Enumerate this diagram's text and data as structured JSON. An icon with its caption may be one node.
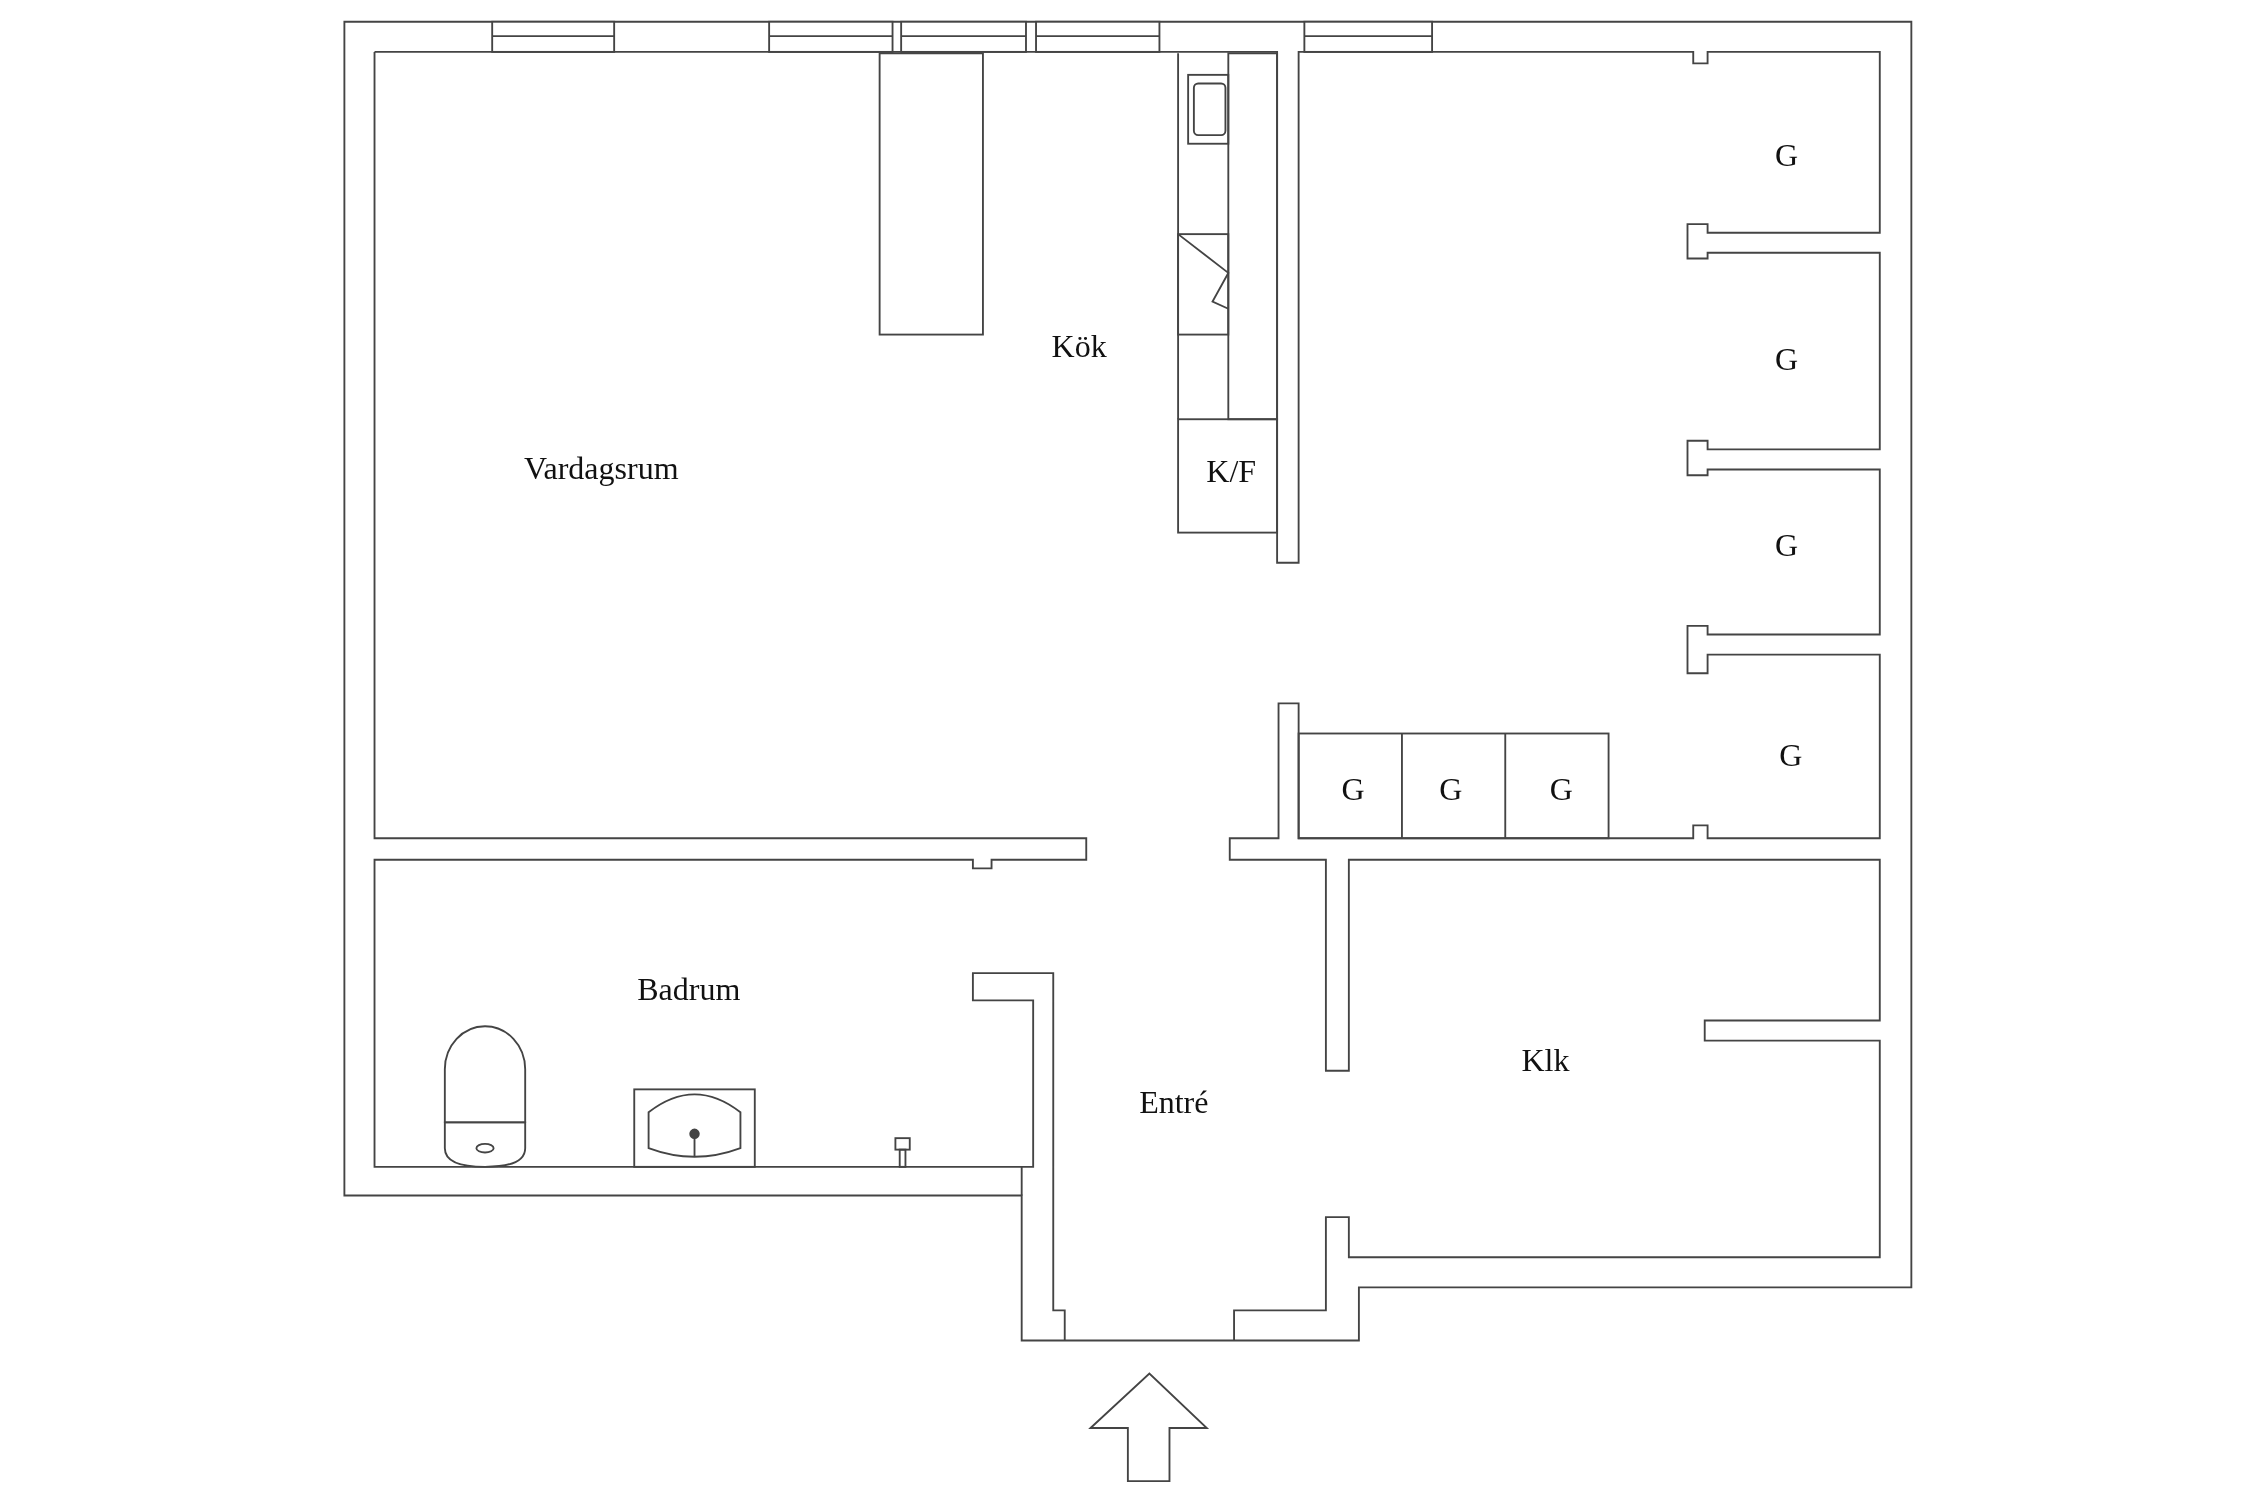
{
  "diagram": {
    "labels": [
      "G",
      "Kök",
      "G",
      "Vardagsrum",
      "K/F",
      "G",
      "G",
      "G",
      "G",
      "G",
      "Badrum",
      "Klk",
      "Entré"
    ]
  }
}
